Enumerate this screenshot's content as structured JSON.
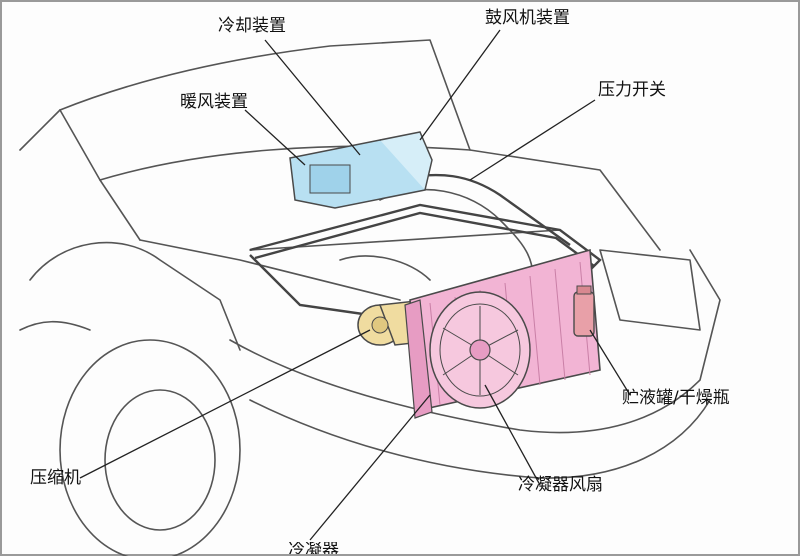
{
  "labels": {
    "cooling_unit": "冷却装置",
    "blower_unit": "鼓风机装置",
    "heater_unit": "暖风装置",
    "pressure_switch": "压力开关",
    "receiver_drier": "贮液罐/干燥瓶",
    "compressor": "压缩机",
    "condenser_fan": "冷凝器风扇",
    "condenser": "冷凝器"
  },
  "colors": {
    "outline": "#4a4a4a",
    "condenser": "#f2b4d4",
    "evaporator": "#b8e0f2",
    "compressor": "#f0dca0",
    "receiver": "#e8a0a8"
  }
}
